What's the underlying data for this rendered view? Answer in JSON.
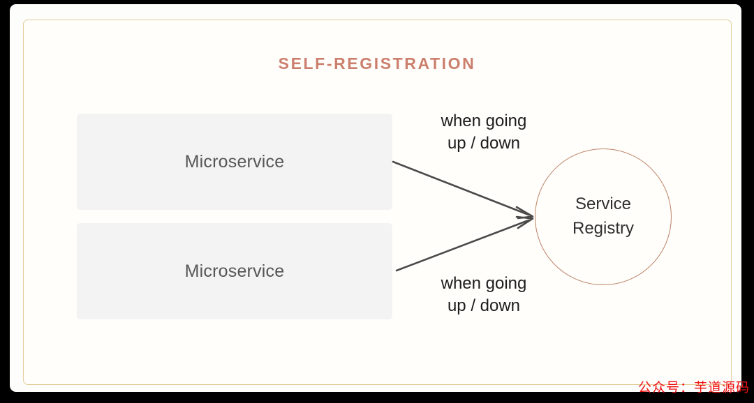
{
  "slide": {
    "title": "SELF-REGISTRATION",
    "title_color": "#cc7f6d",
    "frame_color": "#e3ce9a",
    "background_color": "#fffefb"
  },
  "nodes": {
    "microservices": [
      {
        "label": "Microservice"
      },
      {
        "label": "Microservice"
      }
    ],
    "registry": {
      "line1": "Service",
      "line2": "Registry",
      "border_color": "#bb8064"
    }
  },
  "edges": [
    {
      "id": "edge-top",
      "from": "microservice-1",
      "to": "service-registry",
      "label_line1": "when going",
      "label_line2": "up / down",
      "color": "#4a4a4a"
    },
    {
      "id": "edge-bottom",
      "from": "microservice-2",
      "to": "service-registry",
      "label_line1": "when going",
      "label_line2": "up / down",
      "color": "#4a4a4a"
    }
  ],
  "watermark": {
    "text": "公众号：芋道源码",
    "color": "#f01414"
  }
}
